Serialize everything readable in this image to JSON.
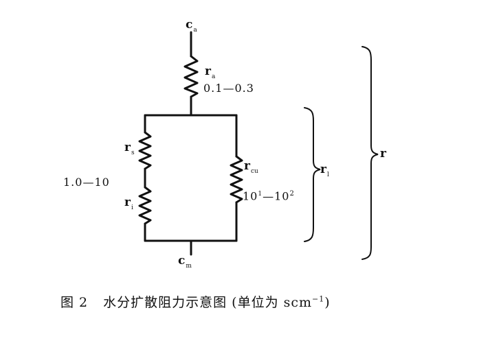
{
  "nodes": {
    "top": {
      "symbol": "c",
      "sub": "a"
    },
    "bottom": {
      "symbol": "c",
      "sub": "m"
    }
  },
  "resistors": {
    "ra": {
      "symbol": "r",
      "sub": "a",
      "range": "0.1—0.3"
    },
    "rs": {
      "symbol": "r",
      "sub": "s"
    },
    "ri": {
      "symbol": "r",
      "sub": "i"
    },
    "rcu": {
      "symbol": "r",
      "sub": "cu",
      "range_base1": "10",
      "range_exp1": "1",
      "range_sep": "—",
      "range_base2": "10",
      "range_exp2": "2"
    }
  },
  "left_branch_range": "1.0—10",
  "braces": {
    "inner": {
      "symbol": "r",
      "sub": "l"
    },
    "outer": {
      "symbol": "r"
    }
  },
  "caption": {
    "figure": "图 2",
    "title": "水分扩散阻力示意图 (单位为 scm",
    "exp": "−1",
    "close": ")"
  },
  "colors": {
    "ink": "#111111",
    "background": "#ffffff"
  }
}
